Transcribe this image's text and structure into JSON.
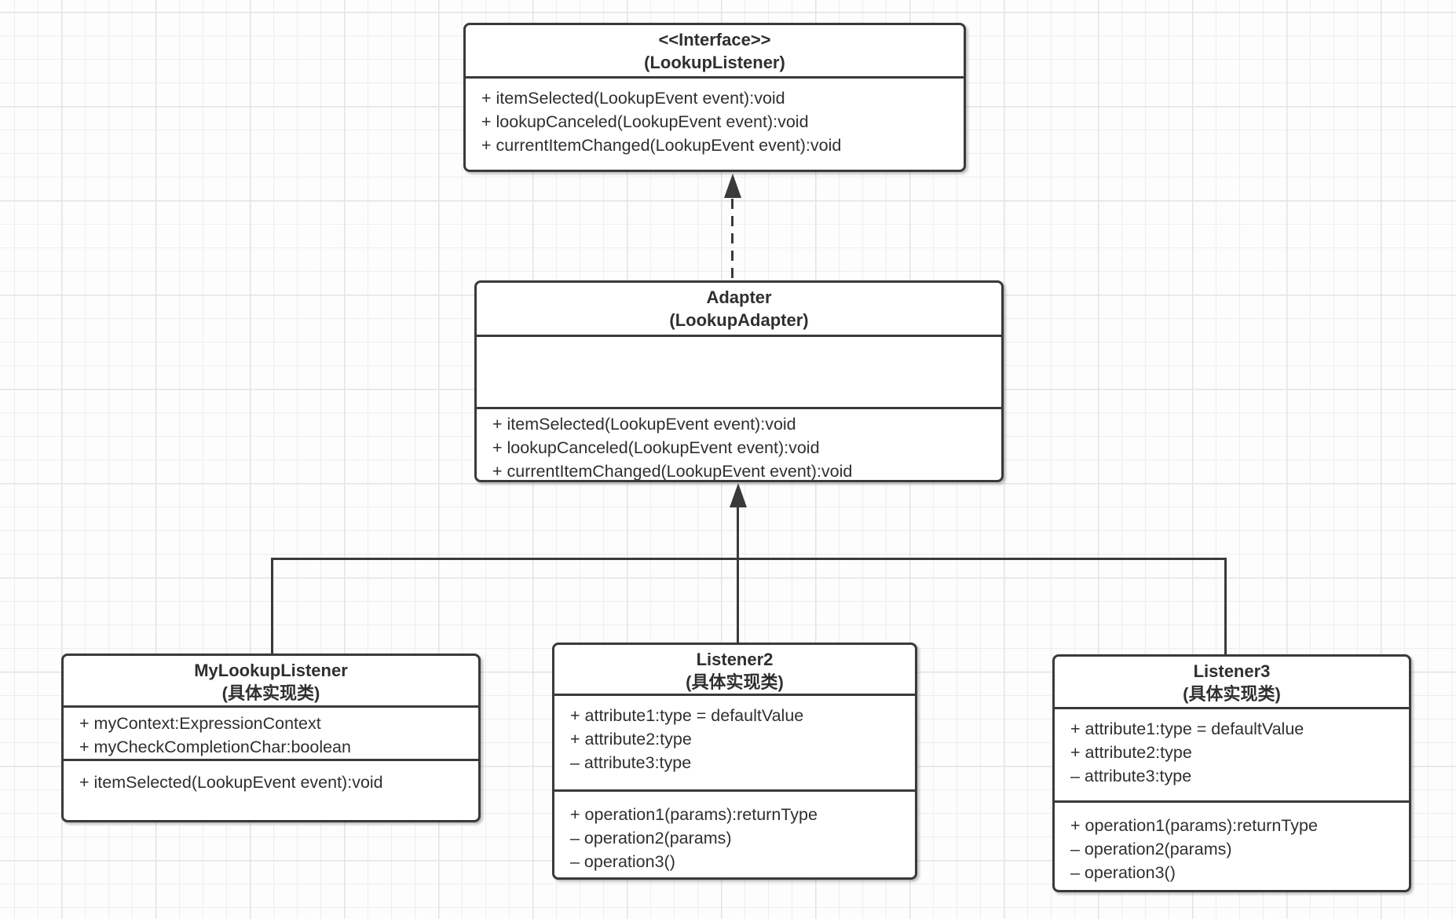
{
  "diagram": {
    "kind": "uml-class-diagram",
    "colors": {
      "line": "#3a3a3a",
      "box_fill": "#ffffff",
      "text": "#2f2f2f",
      "grid_minor": "#eeeef3",
      "grid_major": "#e2e2ea"
    },
    "classes": {
      "interface": {
        "title1": "<<Interface>>",
        "title2": "(LookupListener)",
        "methods": [
          "+ itemSelected(LookupEvent event):void",
          "+ lookupCanceled(LookupEvent event):void",
          "+ currentItemChanged(LookupEvent event):void"
        ]
      },
      "adapter": {
        "title1": "Adapter",
        "title2": "(LookupAdapter)",
        "attributes": [],
        "methods": [
          "+ itemSelected(LookupEvent event):void",
          "+ lookupCanceled(LookupEvent event):void",
          "+ currentItemChanged(LookupEvent event):void"
        ]
      },
      "mylookuplistener": {
        "title1": "MyLookupListener",
        "title2": "(具体实现类)",
        "attributes": [
          "+ myContext:ExpressionContext",
          "+ myCheckCompletionChar:boolean"
        ],
        "methods": [
          "+ itemSelected(LookupEvent event):void"
        ]
      },
      "listener2": {
        "title1": "Listener2",
        "title2": "(具体实现类)",
        "attributes": [
          "+ attribute1:type = defaultValue",
          "+ attribute2:type",
          "– attribute3:type"
        ],
        "methods": [
          "+ operation1(params):returnType",
          "– operation2(params)",
          "– operation3()"
        ]
      },
      "listener3": {
        "title1": "Listener3",
        "title2": "(具体实现类)",
        "attributes": [
          "+ attribute1:type = defaultValue",
          "+ attribute2:type",
          "– attribute3:type"
        ],
        "methods": [
          "+ operation1(params):returnType",
          "– operation2(params)",
          "– operation3()"
        ]
      }
    },
    "connectors": {
      "realization": {
        "style": "dashed-line-filled-arrow",
        "from": "Adapter (LookupAdapter)",
        "to": "<<Interface>> (LookupListener)"
      },
      "generalization": {
        "style": "solid-line-filled-arrow",
        "from": [
          "MyLookupListener",
          "Listener2",
          "Listener3"
        ],
        "to": "Adapter (LookupAdapter)"
      }
    }
  }
}
